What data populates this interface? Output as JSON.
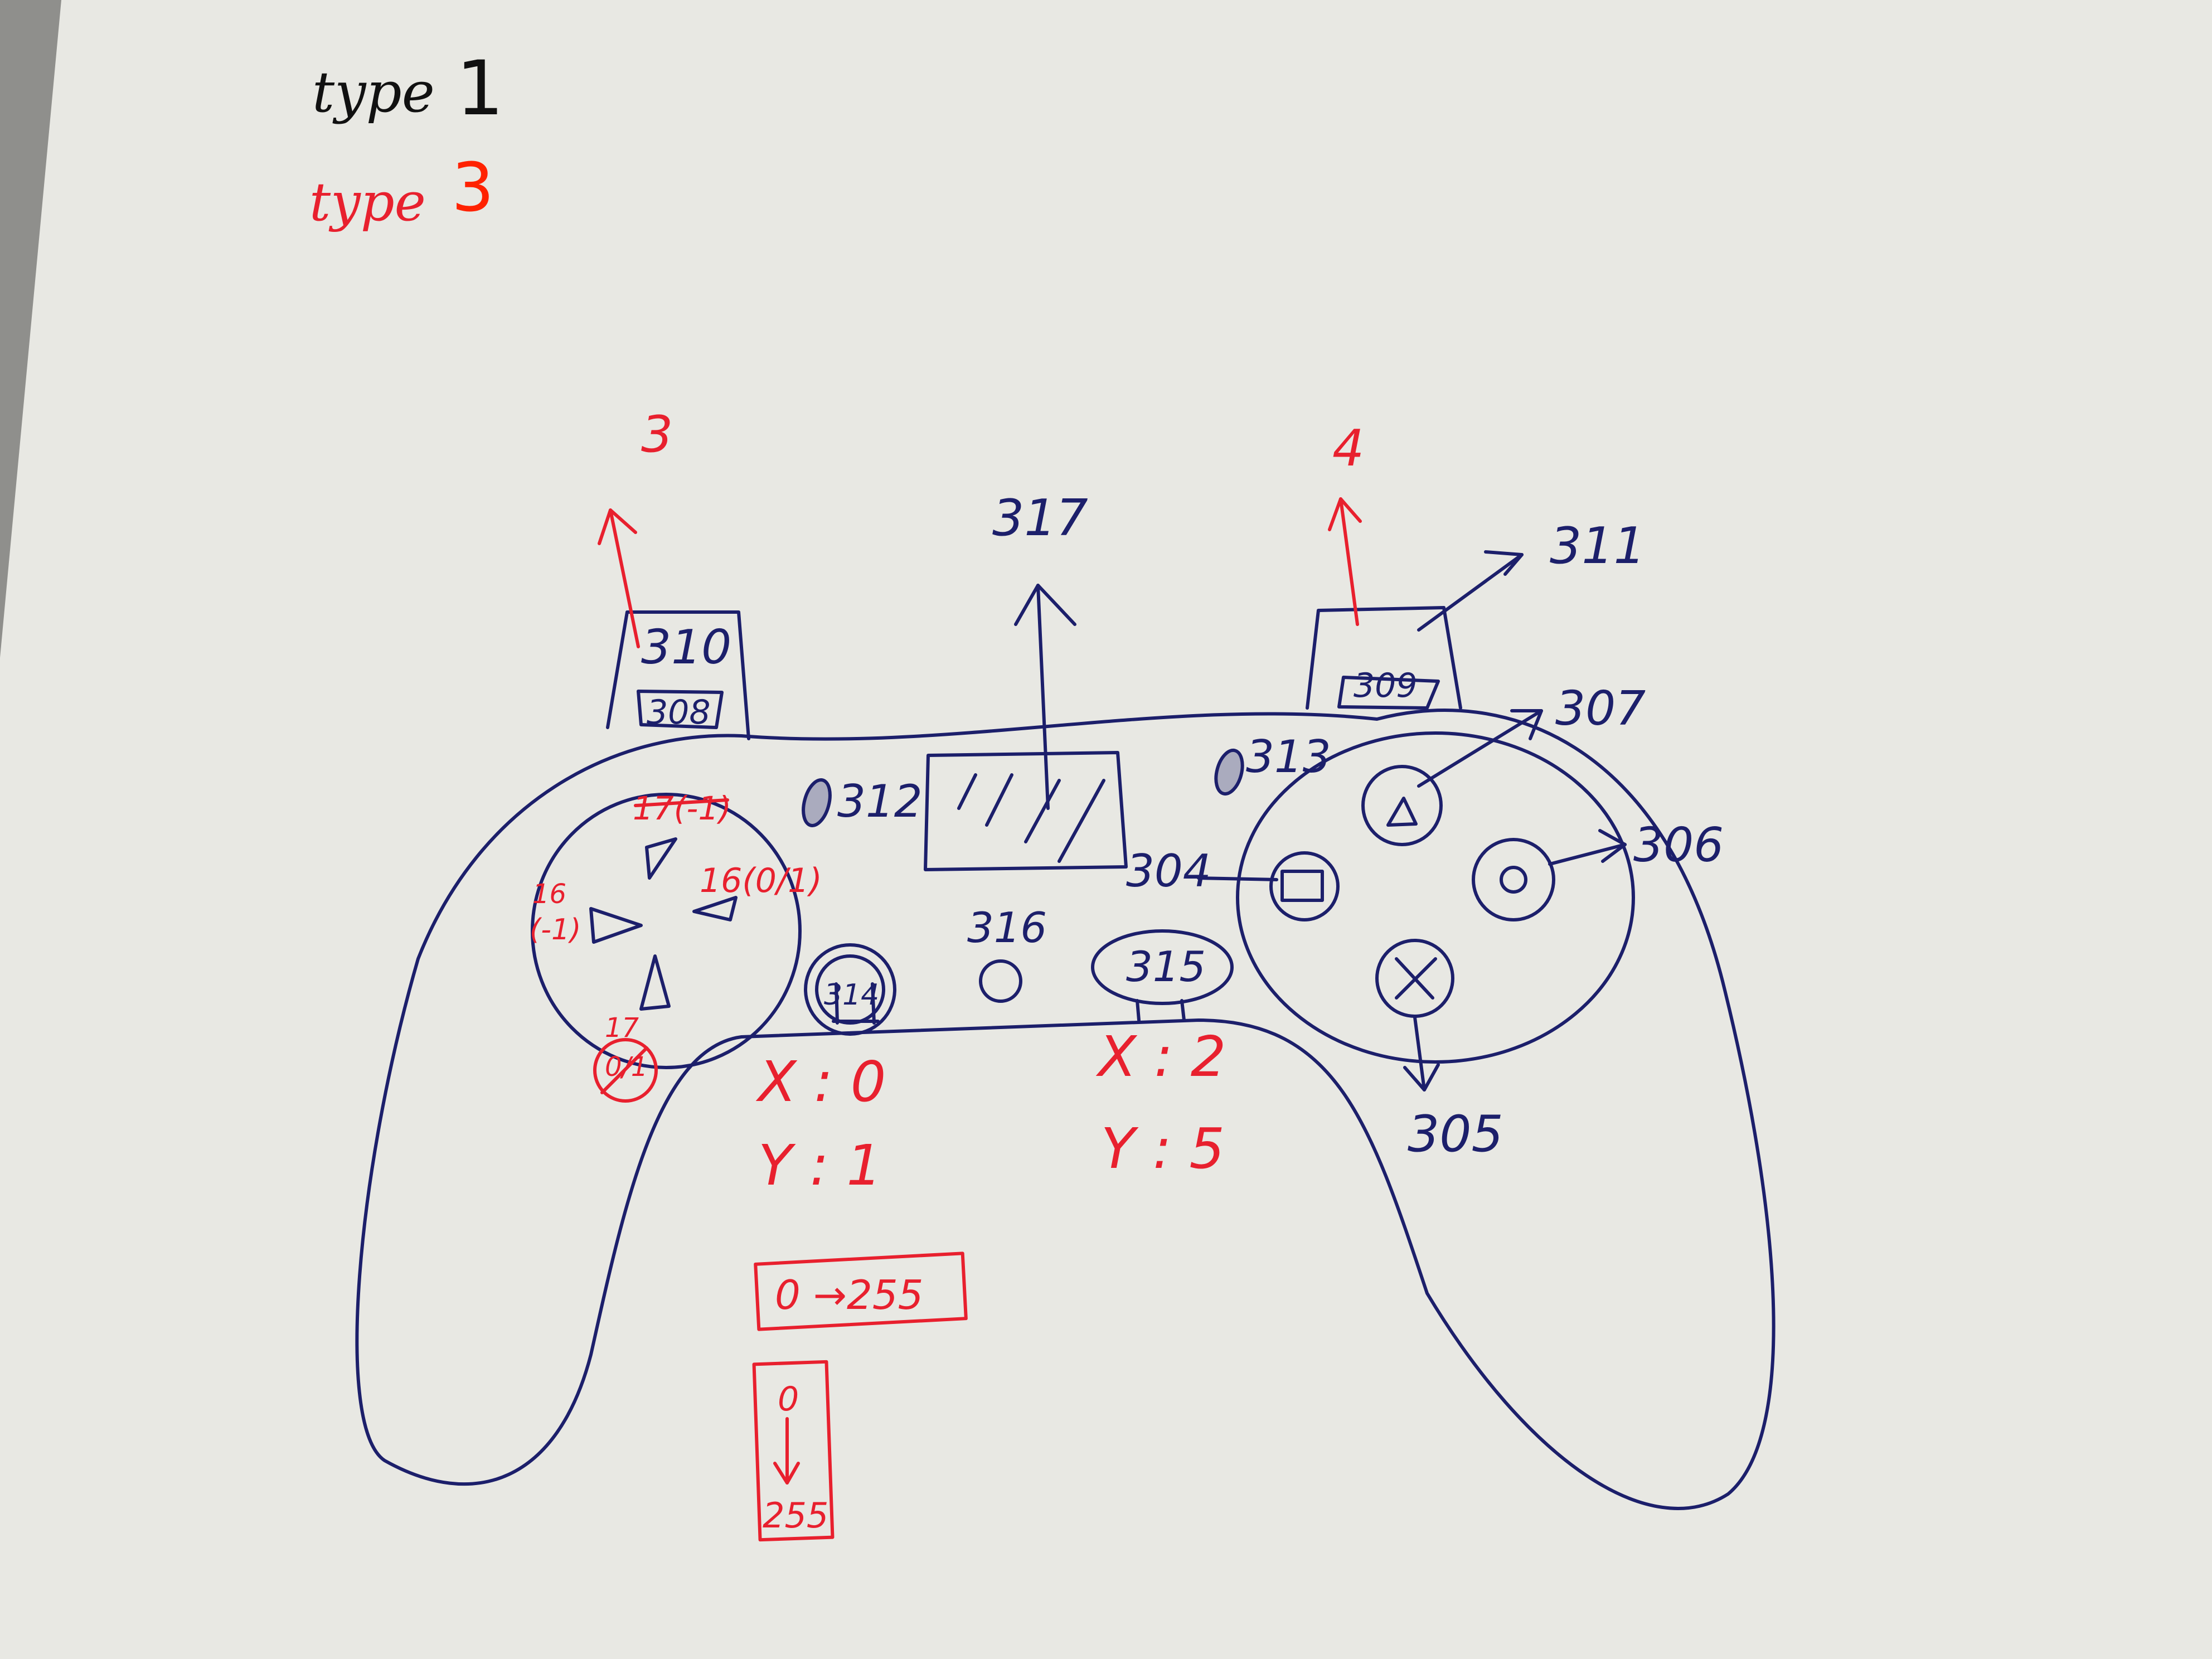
{
  "legend": {
    "type1_word": "type",
    "type1_num": "1",
    "type3_word": "type",
    "type3_num": "3"
  },
  "labels": {
    "l3": "3",
    "l4": "4",
    "l317": "317",
    "l311": "311",
    "l310": "310",
    "l308": "308",
    "l309": "309",
    "l307": "307",
    "l313": "313",
    "l312": "312",
    "l306": "306",
    "l304": "304",
    "l316": "316",
    "l315": "315",
    "l314": "314",
    "l305": "305",
    "dpad_up": "17(-1)",
    "dpad_right": "16(0/1)",
    "dpad_left_a": "16",
    "dpad_left_b": "(-1)",
    "dpad_down_a": "17",
    "dpad_down_b": "0/1"
  },
  "axes": {
    "left_x": "X : 0",
    "left_y": "Y : 1",
    "right_x": "X : 2",
    "right_y": "Y : 5"
  },
  "ranges": {
    "horizontal": "0 →255",
    "vertical_top": "0",
    "vertical_bottom": "255"
  },
  "colors": {
    "paper": "#e8e8e3",
    "background": "#8f8f8c",
    "blue_ink": "#1c1f6b",
    "red_ink": "#e8202e",
    "black_text": "#111111",
    "orange_red": "#ff2200"
  }
}
